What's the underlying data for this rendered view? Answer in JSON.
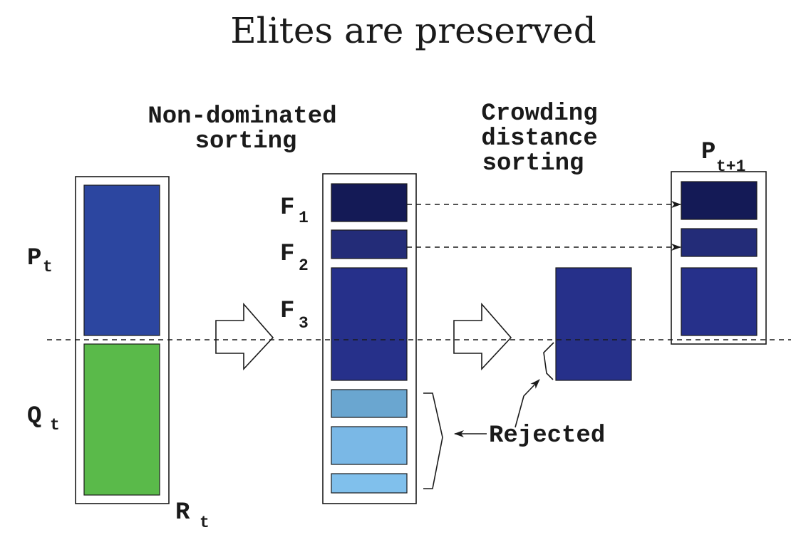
{
  "title": "Elites are preserved",
  "headings": {
    "nds_line1": "Non-dominated",
    "nds_line2": "sorting",
    "cds_line1": "Crowding",
    "cds_line2": "distance",
    "cds_line3": "sorting"
  },
  "labels": {
    "P": "P",
    "P_sub": "t",
    "Q": "Q",
    "Q_sub": "t",
    "R": "R",
    "R_sub": "t",
    "F1": "F",
    "F1_sub": "1",
    "F2": "F",
    "F2_sub": "2",
    "F3": "F",
    "F3_sub": "3",
    "Pnext": "P",
    "Pnext_sub": "t+1",
    "rejected": "Rejected"
  },
  "colors": {
    "P_block": "#2c46a0",
    "Q_block": "#5aba4a",
    "F1": "#141a56",
    "F2": "#232c78",
    "F3": "#26308a",
    "rejected_1": "#6aa6d0",
    "rejected_2": "#7ab8e6",
    "rejected_3": "#80c0ec"
  }
}
